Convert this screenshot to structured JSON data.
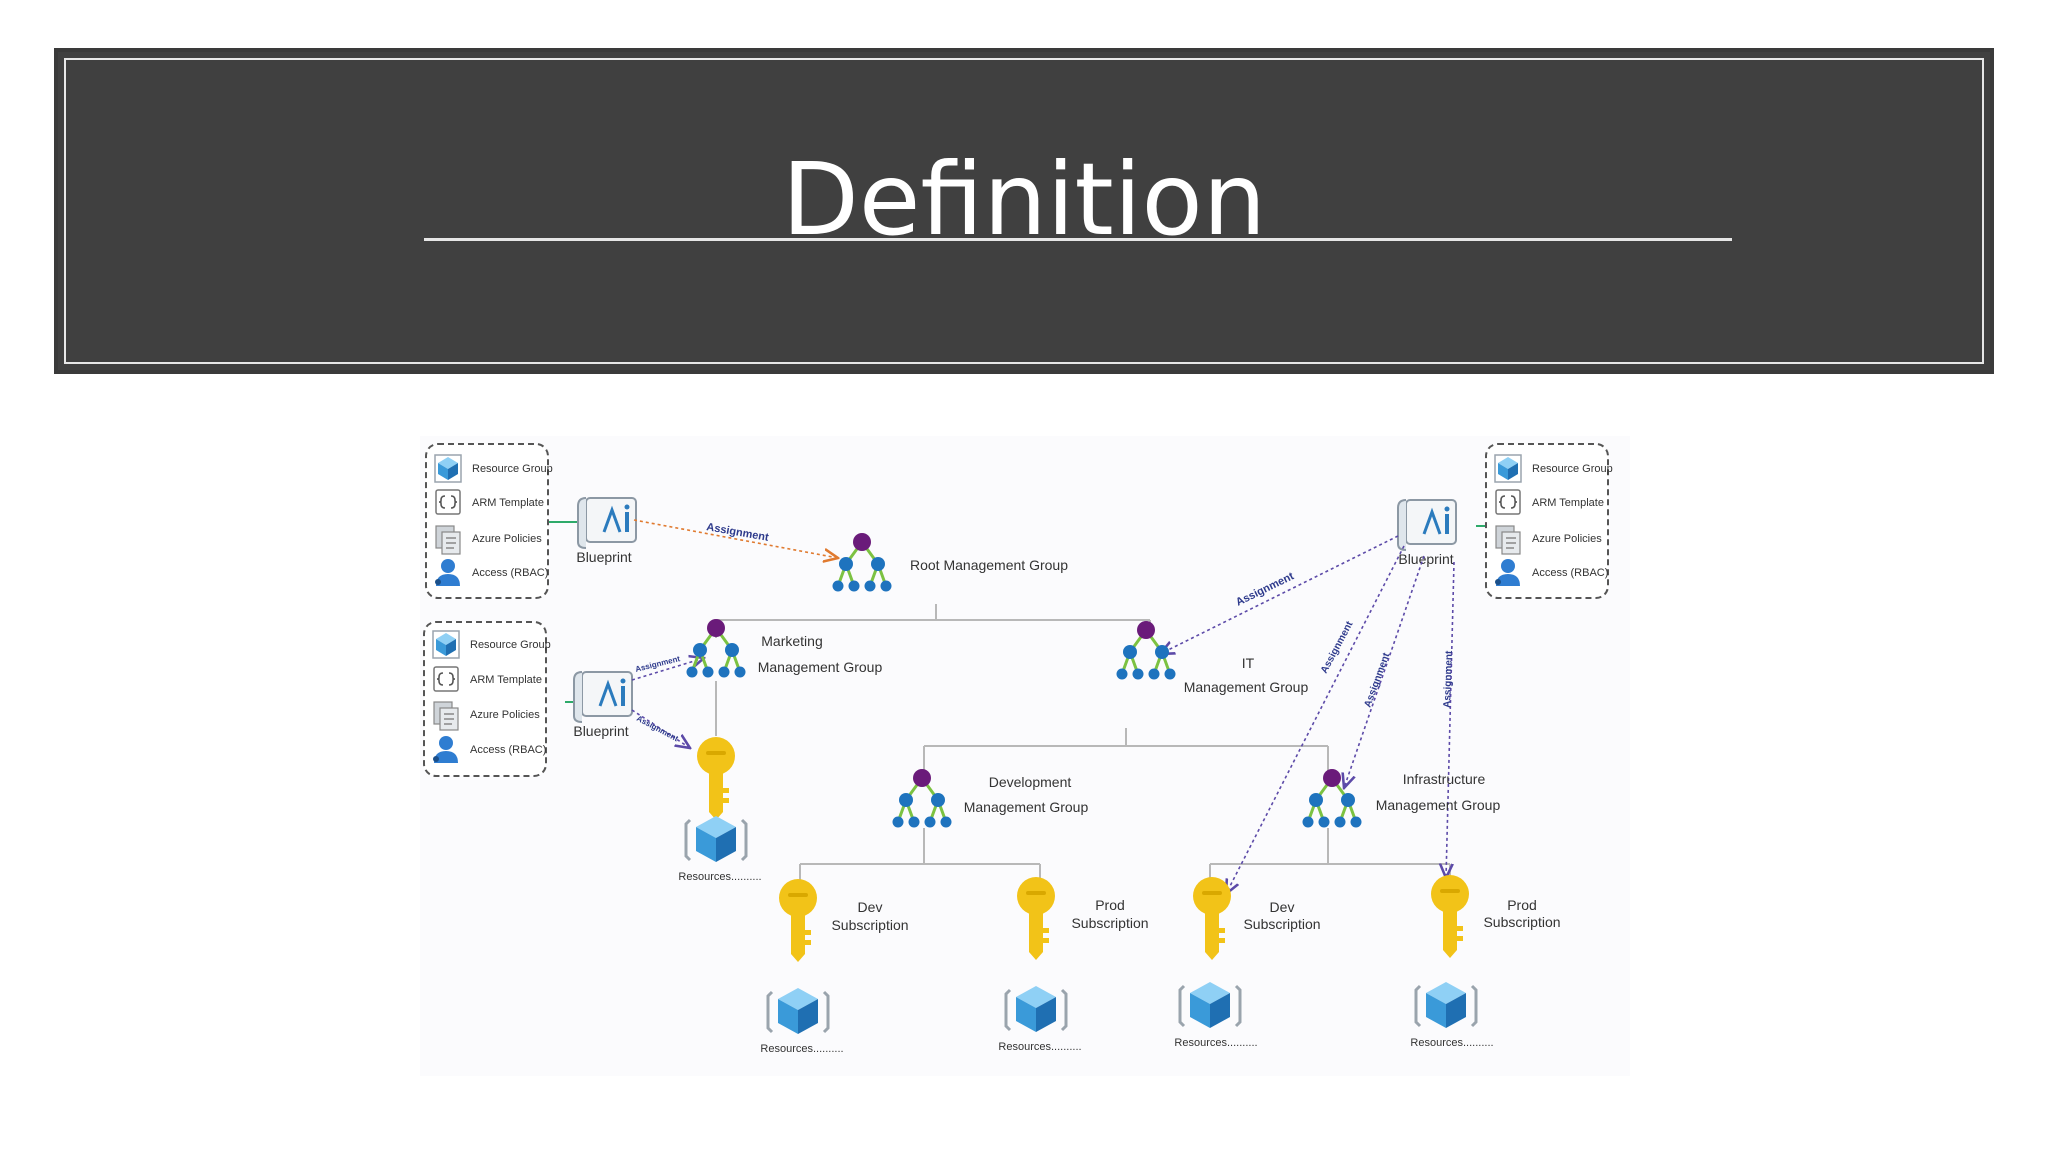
{
  "slide": {
    "title": "Definition"
  },
  "diagram": {
    "assignment_label": "Assignment",
    "blueprint_label": "Blueprint",
    "artifact_panel": {
      "items": [
        {
          "label": "Resource Group",
          "icon": "resource-group-icon"
        },
        {
          "label": "ARM Template",
          "icon": "arm-template-icon"
        },
        {
          "label": "Azure Policies",
          "icon": "azure-policies-icon"
        },
        {
          "label": "Access (RBAC)",
          "icon": "access-rbac-icon"
        }
      ]
    },
    "groups": {
      "root": {
        "line1": "Root Management Group"
      },
      "marketing": {
        "line1": "Marketing",
        "line2": "Management Group"
      },
      "it": {
        "line1": "IT",
        "line2": "Management Group"
      },
      "development": {
        "line1": "Development",
        "line2": "Management Group"
      },
      "infrastructure": {
        "line1": "Infrastructure",
        "line2": "Management Group"
      }
    },
    "subscriptions": {
      "dev": {
        "line1": "Dev",
        "line2": "Subscription"
      },
      "prod": {
        "line1": "Prod",
        "line2": "Subscription"
      }
    },
    "resources_label": "Resources..........",
    "colors": {
      "tree_root": "#6a1b7a",
      "tree_leaf": "#1e73be",
      "tree_stem": "#7cc242",
      "key": "#f2c318",
      "cube": "#3a9ad9",
      "assignment_orange": "#e07a2f",
      "assignment_purple": "#5c4aa8",
      "connector": "#b5b5b5"
    }
  }
}
